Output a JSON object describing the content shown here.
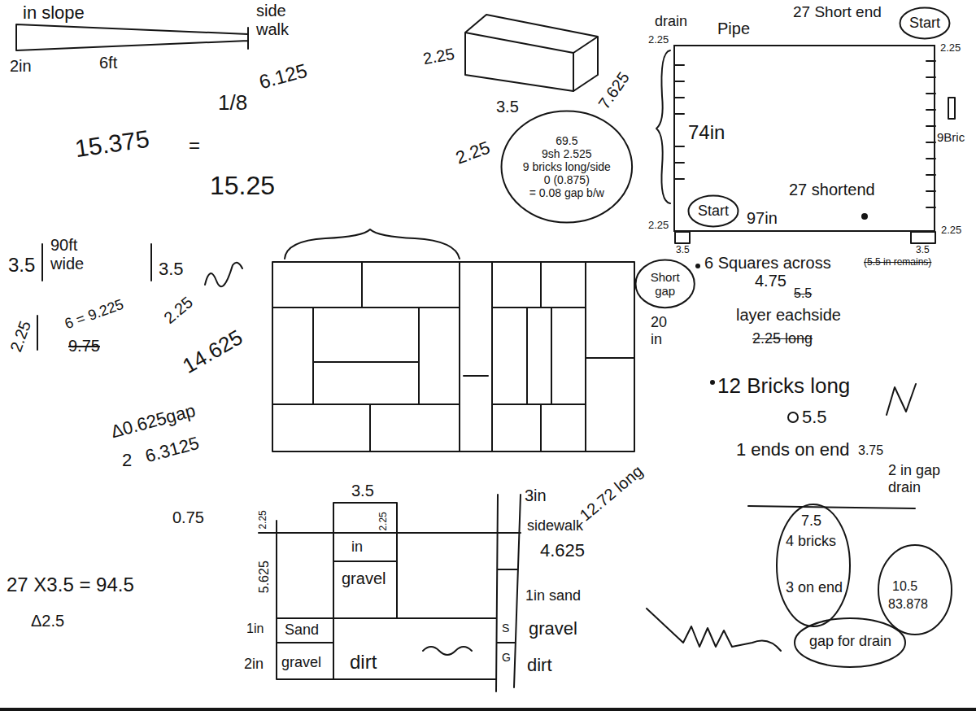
{
  "diagram": {
    "nodes": [
      {
        "text": [
          "74in",
          "27 shortend",
          "97in"
        ]
      },
      {
        "text": [
          "Start"
        ],
        "in": 0
      },
      {
        "text": [
          "Start"
        ]
      },
      {
        "text": [
          "69.5",
          "9sh 2.525",
          "9 bricks long/side",
          "0 (0.875)",
          "= 0.08 gap b/w"
        ]
      },
      {
        "text": [
          "Short gap"
        ]
      }
    ],
    "labels": [
      "in slope",
      "2in",
      "6ft",
      "side walk",
      "6.125",
      "15.375",
      "=",
      "1/8",
      "15.25",
      "2.25",
      "2.25",
      "7.625",
      "3.5",
      "3.5",
      "90ft wide",
      "3.5",
      "2.25",
      "6 = 9.225",
      "9.75",
      "2.25",
      "14.625",
      "Δ0.625gap",
      "2",
      "6.3125",
      "0.75",
      "27 X3.5 = 94.5",
      "Δ2.5",
      "drain",
      "Pipe",
      "27 Short end",
      "2.25",
      "2.25",
      "2.25",
      "2.25",
      "9Bric",
      "3.5",
      "3.5",
      "20 in",
      "6 Squares across",
      "(5.5 in remains)",
      "4.75",
      "5.5",
      "layer eachside",
      "2.25 long",
      "12 Bricks long",
      "5.5",
      "1 ends on end",
      "3.75",
      "2 in gap drain",
      "7.5",
      "4 bricks",
      "3 on end",
      "10.5",
      "83.878",
      "gap for drain",
      "3.5",
      "2.25",
      "2.25",
      "in",
      "gravel",
      "5.625",
      "Sand",
      "1in",
      "2in",
      "gravel",
      "dirt",
      "3in",
      "sidewalk",
      "4.625",
      "1in sand",
      "gravel",
      "dirt",
      "12.72 long",
      "S",
      "G"
    ]
  }
}
